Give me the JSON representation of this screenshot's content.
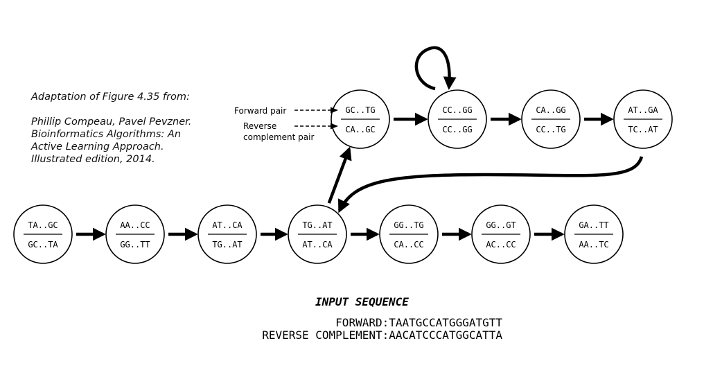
{
  "citation": {
    "line1": "Adaptation of Figure 4.35 from:",
    "line2": "Phillip Compeau, Pavel Pevzner.",
    "line3": "Bioinformatics Algorithms: An",
    "line4": "Active Learning Approach.",
    "line5": "Illustrated edition, 2014."
  },
  "annotations": {
    "forward_pair": "Forward pair",
    "reverse_line1": "Reverse",
    "reverse_line2": "complement pair"
  },
  "nodes": [
    {
      "id": "n1",
      "top": "TA..GC",
      "bottom": "GC..TA"
    },
    {
      "id": "n2",
      "top": "AA..CC",
      "bottom": "GG..TT"
    },
    {
      "id": "n3",
      "top": "AT..CA",
      "bottom": "TG..AT"
    },
    {
      "id": "n4",
      "top": "TG..AT",
      "bottom": "AT..CA"
    },
    {
      "id": "n5",
      "top": "GG..TG",
      "bottom": "CA..CC"
    },
    {
      "id": "n6",
      "top": "GG..GT",
      "bottom": "AC..CC"
    },
    {
      "id": "n7",
      "top": "GA..TT",
      "bottom": "AA..TC"
    },
    {
      "id": "n8",
      "top": "GC..TG",
      "bottom": "CA..GC"
    },
    {
      "id": "n9",
      "top": "CC..GG",
      "bottom": "CC..GG"
    },
    {
      "id": "n10",
      "top": "CA..GG",
      "bottom": "CC..TG"
    },
    {
      "id": "n11",
      "top": "AT..GA",
      "bottom": "TC..AT"
    }
  ],
  "edges": [
    {
      "from": "n1",
      "to": "n2"
    },
    {
      "from": "n2",
      "to": "n3"
    },
    {
      "from": "n3",
      "to": "n4"
    },
    {
      "from": "n4",
      "to": "n5"
    },
    {
      "from": "n5",
      "to": "n6"
    },
    {
      "from": "n6",
      "to": "n7"
    },
    {
      "from": "n4",
      "to": "n8"
    },
    {
      "from": "n8",
      "to": "n9"
    },
    {
      "from": "n9",
      "to": "n9"
    },
    {
      "from": "n9",
      "to": "n10"
    },
    {
      "from": "n10",
      "to": "n11"
    },
    {
      "from": "n11",
      "to": "n4"
    }
  ],
  "sequence": {
    "title": "INPUT SEQUENCE",
    "forward": "FORWARD:TAATGCCATGGGATGTT",
    "reverse_complement": "REVERSE COMPLEMENT:AACATCCCATGGCATTA"
  }
}
